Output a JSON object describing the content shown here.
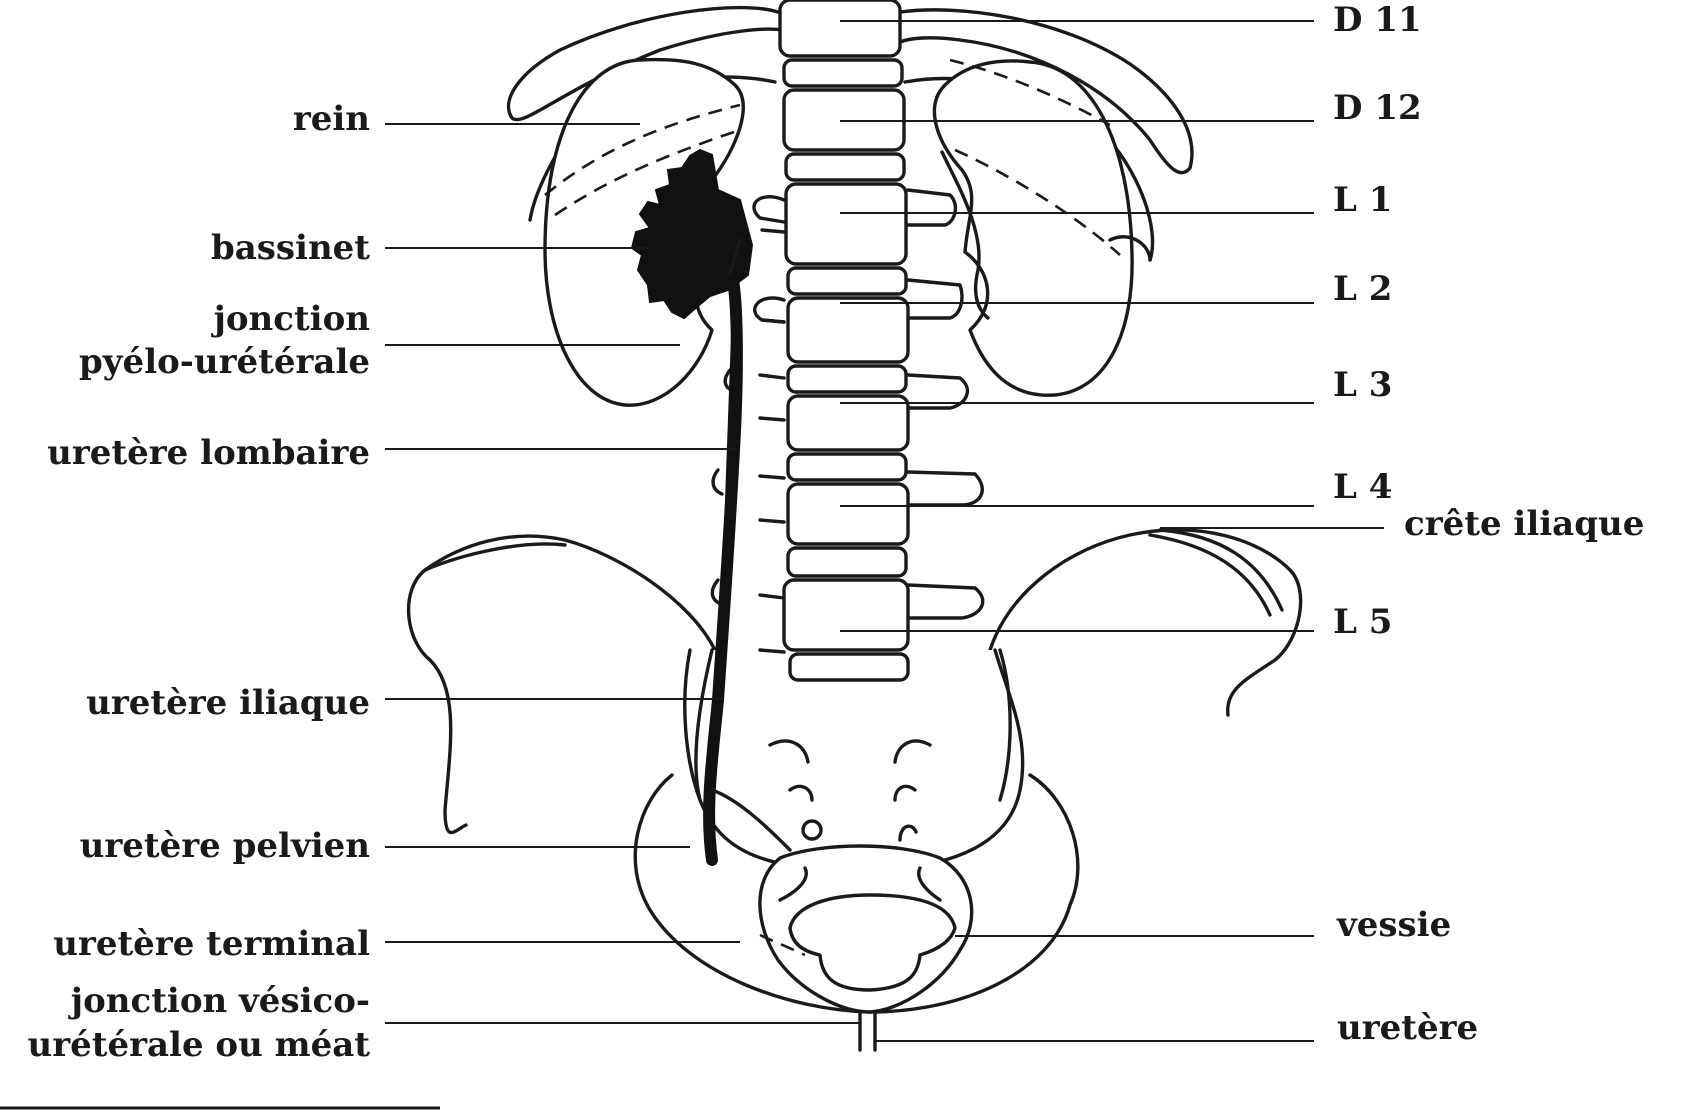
{
  "labels_left": {
    "rein": "rein",
    "bassinet": "bassinet",
    "jonction_pyelo_1": "jonction",
    "jonction_pyelo_2": "pyélo-urétérale",
    "uretere_lombaire": "uretère lombaire",
    "uretere_iliaque": "uretère iliaque",
    "uretere_pelvien": "uretère pelvien",
    "uretere_terminal": "uretère terminal",
    "jonction_vesico_1": "jonction vésico-",
    "jonction_vesico_2": "urétérale ou méat"
  },
  "labels_right": {
    "d11": "D 11",
    "d12": "D 12",
    "l1": "L 1",
    "l2": "L 2",
    "l3": "L 3",
    "l4": "L 4",
    "crete_iliaque": "crête iliaque",
    "l5": "L 5",
    "vessie": "vessie",
    "uretere": "uretère"
  },
  "colors": {
    "ink": "#1a1a1a",
    "background": "#ffffff"
  }
}
